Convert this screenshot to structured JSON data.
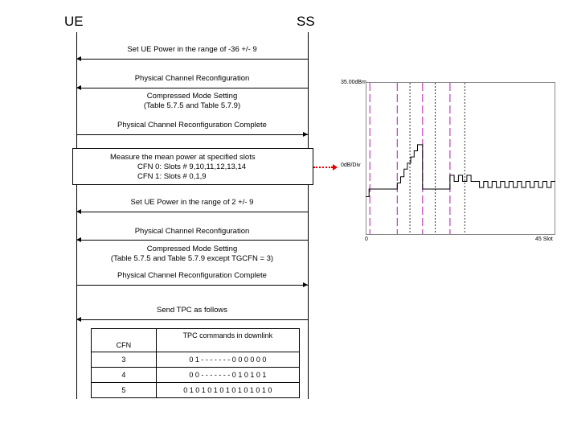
{
  "entities": {
    "ue": "UE",
    "ss": "SS"
  },
  "messages": [
    {
      "label": "Set UE Power in the range of -36 +/- 9",
      "dir": "left"
    },
    {
      "label": "Physical Channel Reconfiguration",
      "dir": "left"
    },
    {
      "label": "Compressed Mode Setting",
      "dir": "none"
    },
    {
      "label": "(Table 5.7.5 and Table 5.7.9)",
      "dir": "none"
    },
    {
      "label": "Physical Channel Reconfiguration Complete",
      "dir": "right"
    },
    {
      "label": "Set UE Power in the range of 2 +/- 9",
      "dir": "left"
    },
    {
      "label": "Physical Channel Reconfiguration",
      "dir": "left"
    },
    {
      "label": "Compressed Mode Setting",
      "dir": "none"
    },
    {
      "label": "(Table 5.7.5 and Table 5.7.9 except TGCFN = 3)",
      "dir": "none"
    },
    {
      "label": "Physical Channel Reconfiguration Complete",
      "dir": "right"
    },
    {
      "label": "Send TPC as follows",
      "dir": "left"
    }
  ],
  "measure_box": {
    "line1": "Measure the mean power at specified slots",
    "line2": "CFN 0: Slots # 9,10,11,12,13,14",
    "line3": "CFN 1: Slots # 0,1,9"
  },
  "tpc_table": {
    "header_cfn": "CFN",
    "header_tpc": "TPC commands in downlink",
    "rows": [
      {
        "cfn": "3",
        "tpc": "0 1 - - - - - - - 0 0 0 0 0 0"
      },
      {
        "cfn": "4",
        "tpc": "0 0 - - - - - - - 0 1 0 1 0 1"
      },
      {
        "cfn": "5",
        "tpc": "0 1 0 1 0 1 0 1 0 1 0 1 0 1 0"
      }
    ]
  },
  "chart": {
    "y_top_label": "35.00dBm",
    "y_mid_label": "0dB/Div",
    "x_min_label": "0",
    "x_max_label": "45 Slot",
    "x_range": [
      0,
      45
    ],
    "level_range": [
      0,
      10
    ],
    "line_color": "#000000",
    "dashed_marker_color": "#c040c0",
    "dotted_marker_color": "#000000",
    "dashed_markers": [
      1,
      7.5,
      13.5,
      20
    ],
    "dotted_markers": [
      10.5,
      16.5,
      23.5
    ],
    "waveform": [
      [
        0,
        2.5
      ],
      [
        0.8,
        2.5
      ],
      [
        0.8,
        3.0
      ],
      [
        1.0,
        3.0
      ],
      [
        7.5,
        3.0
      ],
      [
        7.5,
        3.4
      ],
      [
        8.3,
        3.4
      ],
      [
        8.3,
        3.8
      ],
      [
        9.1,
        3.8
      ],
      [
        9.1,
        4.3
      ],
      [
        9.9,
        4.3
      ],
      [
        9.9,
        4.7
      ],
      [
        10.7,
        4.7
      ],
      [
        10.7,
        5.1
      ],
      [
        11.5,
        5.1
      ],
      [
        11.5,
        5.5
      ],
      [
        12.3,
        5.5
      ],
      [
        12.3,
        5.9
      ],
      [
        13.5,
        5.9
      ],
      [
        13.5,
        3.0
      ],
      [
        20.0,
        3.0
      ],
      [
        20.0,
        3.9
      ],
      [
        21.0,
        3.9
      ],
      [
        21.0,
        3.5
      ],
      [
        22.0,
        3.5
      ],
      [
        22.0,
        3.9
      ],
      [
        23.0,
        3.9
      ],
      [
        23.0,
        3.5
      ],
      [
        24.0,
        3.5
      ],
      [
        24.0,
        3.9
      ],
      [
        25.0,
        3.9
      ],
      [
        25.0,
        3.5
      ],
      [
        26.0,
        3.5
      ],
      [
        26.0,
        3.5
      ],
      [
        27.0,
        3.5
      ],
      [
        27.0,
        3.1
      ],
      [
        28.0,
        3.1
      ],
      [
        28.0,
        3.5
      ],
      [
        29.0,
        3.5
      ],
      [
        29.0,
        3.1
      ],
      [
        30.0,
        3.1
      ],
      [
        30.0,
        3.5
      ],
      [
        31.0,
        3.5
      ],
      [
        31.0,
        3.1
      ],
      [
        32.0,
        3.1
      ],
      [
        32.0,
        3.5
      ],
      [
        33.0,
        3.5
      ],
      [
        33.0,
        3.1
      ],
      [
        34.0,
        3.1
      ],
      [
        34.0,
        3.5
      ],
      [
        35.0,
        3.5
      ],
      [
        35.0,
        3.1
      ],
      [
        36.0,
        3.1
      ],
      [
        36.0,
        3.5
      ],
      [
        37.0,
        3.5
      ],
      [
        37.0,
        3.1
      ],
      [
        38.0,
        3.1
      ],
      [
        38.0,
        3.5
      ],
      [
        39.0,
        3.5
      ],
      [
        39.0,
        3.1
      ],
      [
        40.0,
        3.1
      ],
      [
        40.0,
        3.5
      ],
      [
        41.0,
        3.5
      ],
      [
        41.0,
        3.1
      ],
      [
        42.0,
        3.1
      ],
      [
        42.0,
        3.5
      ],
      [
        43.0,
        3.5
      ],
      [
        43.0,
        3.1
      ],
      [
        44.0,
        3.1
      ],
      [
        44.0,
        3.5
      ],
      [
        45.0,
        3.5
      ]
    ]
  }
}
